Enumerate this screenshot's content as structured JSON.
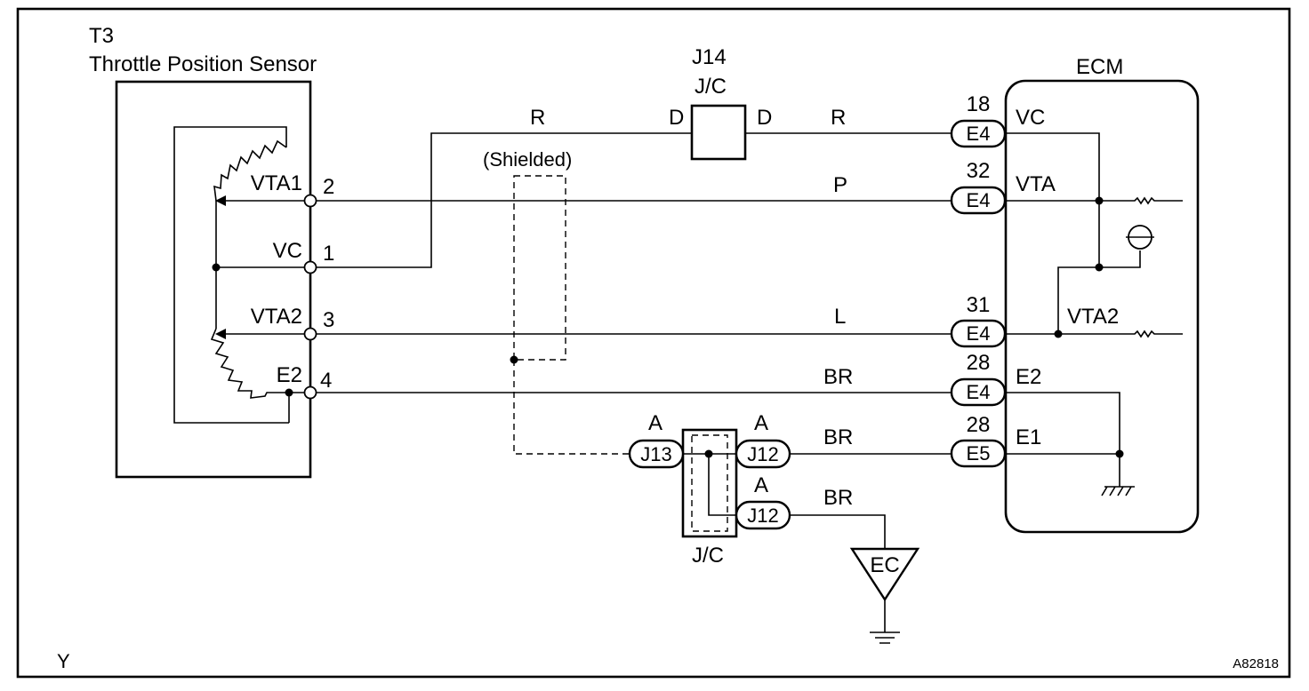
{
  "sensor": {
    "code": "T3",
    "name": "Throttle Position Sensor"
  },
  "sensor_pins": [
    {
      "signal": "VTA1",
      "number": "2"
    },
    {
      "signal": "VC",
      "number": "1"
    },
    {
      "signal": "VTA2",
      "number": "3"
    },
    {
      "signal": "E2",
      "number": "4"
    }
  ],
  "junction_top": {
    "code": "J14",
    "type": "J/C",
    "left": "D",
    "right": "D"
  },
  "junction_bottom": {
    "type": "J/C",
    "j13": "J13",
    "j12a": "J12",
    "j12b": "J12",
    "pin_a1": "A",
    "pin_a2": "A",
    "pin_a3": "A"
  },
  "shielded_label": "(Shielded)",
  "wire_colors": {
    "r_left": "R",
    "r_right": "R",
    "p": "P",
    "l": "L",
    "br1": "BR",
    "br2": "BR",
    "br3": "BR"
  },
  "ecm": {
    "title": "ECM",
    "connectors": [
      {
        "pin": "18",
        "conn": "E4",
        "signal": "VC"
      },
      {
        "pin": "32",
        "conn": "E4",
        "signal": "VTA"
      },
      {
        "pin": "31",
        "conn": "E4",
        "signal": "VTA2"
      },
      {
        "pin": "28",
        "conn": "E4",
        "signal": "E2"
      },
      {
        "pin": "28",
        "conn": "E5",
        "signal": "E1"
      }
    ]
  },
  "ground_label": "EC",
  "footer": {
    "left": "Y",
    "right": "A82818"
  }
}
